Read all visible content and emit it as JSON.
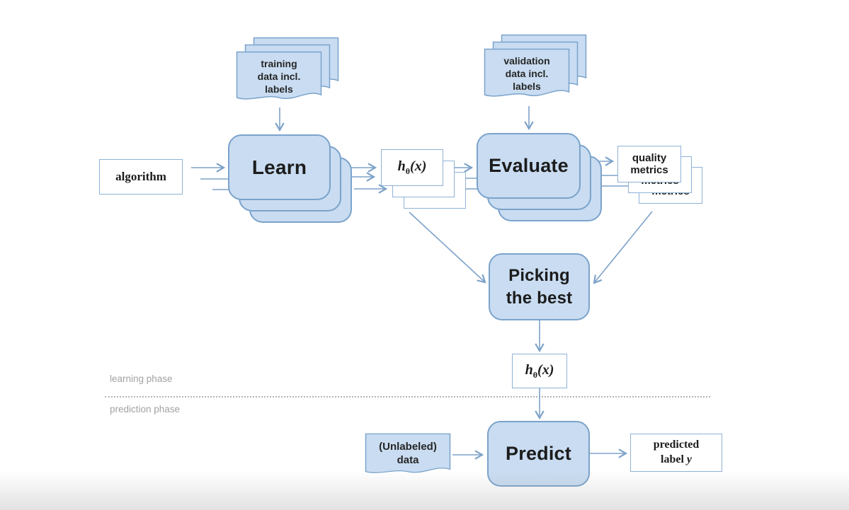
{
  "nodes": {
    "training_data": {
      "label": "training\ndata incl.\nlabels"
    },
    "validation_data": {
      "label": "validation\ndata incl.\nlabels"
    },
    "algorithm": {
      "label": "algorithm"
    },
    "learn": {
      "label": "Learn"
    },
    "hypothesis": {
      "h": "h",
      "sub": "θ",
      "args": "(x)"
    },
    "evaluate": {
      "label": "Evaluate"
    },
    "quality_metrics": {
      "label": "quality\nmetrics"
    },
    "picking": {
      "label": "Picking\nthe best"
    },
    "unlabeled_data": {
      "label": "(Unlabeled)\ndata"
    },
    "predict": {
      "label": "Predict"
    },
    "predicted_label": {
      "line1": "predicted",
      "line2_prefix": "label ",
      "line2_var": "y"
    }
  },
  "phases": {
    "learning": "learning phase",
    "prediction": "prediction phase"
  },
  "colors": {
    "node_fill": "#c9dcf1",
    "node_border": "#7ba3cb",
    "arrow": "#7da2c9",
    "white_box_border": "#8fb2d6",
    "phase_text": "#a2a2a2"
  }
}
